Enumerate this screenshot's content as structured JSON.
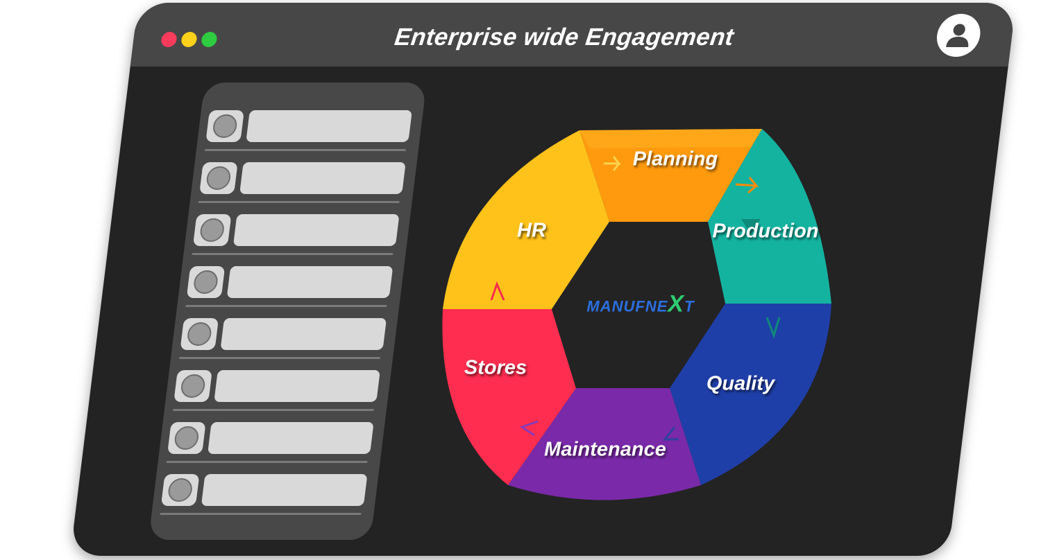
{
  "window": {
    "title": "Enterprise wide Engagement",
    "controls": [
      "close",
      "minimize",
      "maximize"
    ],
    "user_icon": "user-avatar-icon"
  },
  "sidebar": {
    "item_count": 8
  },
  "cycle": {
    "logo": {
      "text_left": "MANUFNE",
      "text_x": "X",
      "text_right": "T"
    },
    "segments": [
      {
        "label": "Planning",
        "color": "#ff9a0e"
      },
      {
        "label": "Production",
        "color": "#14b3a0"
      },
      {
        "label": "Quality",
        "color": "#1f3fa8"
      },
      {
        "label": "Maintenance",
        "color": "#7a2aa8"
      },
      {
        "label": "Stores",
        "color": "#ff2d4f"
      },
      {
        "label": "HR",
        "color": "#ffc21a"
      }
    ]
  },
  "colors": {
    "window_bg": "#232323",
    "titlebar_bg": "#474747",
    "sidebar_bg": "#484848",
    "placeholder": "#d9d9d9"
  }
}
